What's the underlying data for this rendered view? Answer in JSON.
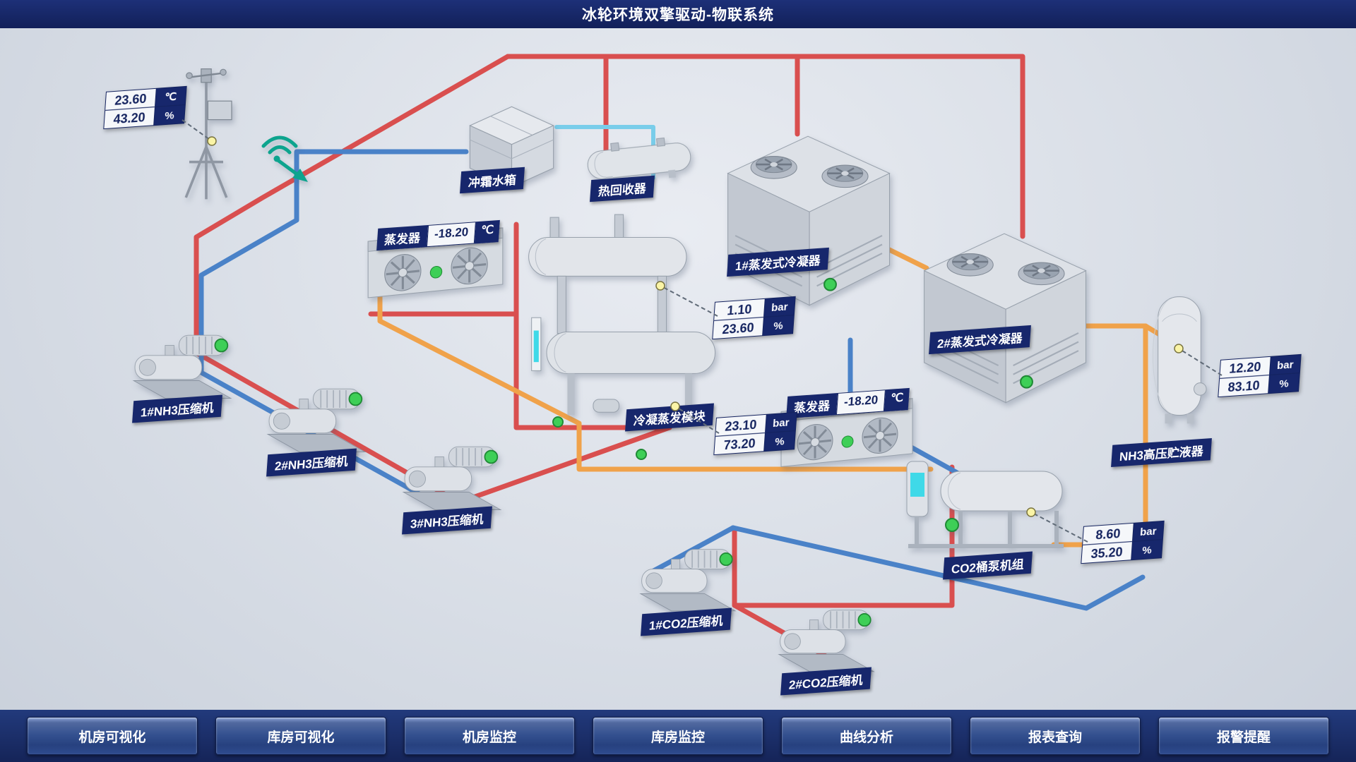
{
  "header": {
    "title": "冰轮环境双擎驱动-物联系统"
  },
  "weather_station": {
    "temp_value": "23.60",
    "temp_unit": "℃",
    "humidity_value": "43.20",
    "humidity_unit": "%"
  },
  "equipment_labels": {
    "defrost_water_tank": "冲霜水箱",
    "heat_recovery": "热回收器",
    "evaporator_1": "蒸发器",
    "evaporator_1_temp": "-18.20",
    "evaporator_1_temp_unit": "℃",
    "evap_condenser_1": "1#蒸发式冷凝器",
    "evap_condenser_2": "2#蒸发式冷凝器",
    "condensing_evap_module": "冷凝蒸发模块",
    "evaporator_2": "蒸发器",
    "evaporator_2_temp": "-18.20",
    "evaporator_2_temp_unit": "℃",
    "nh3_receiver": "NH3高压贮液器",
    "co2_pump_unit": "CO2桶泵机组",
    "nh3_compressor_1": "1#NH3压缩机",
    "nh3_compressor_2": "2#NH3压缩机",
    "nh3_compressor_3": "3#NH3压缩机",
    "co2_compressor_1": "1#CO2压缩机",
    "co2_compressor_2": "2#CO2压缩机"
  },
  "readouts": {
    "intercooler": {
      "row1_value": "1.10",
      "row1_unit": "bar",
      "row2_value": "23.60",
      "row2_unit": "%"
    },
    "condensing_module": {
      "row1_value": "23.10",
      "row1_unit": "bar",
      "row2_value": "73.20",
      "row2_unit": "%"
    },
    "nh3_receiver": {
      "row1_value": "12.20",
      "row1_unit": "bar",
      "row2_value": "83.10",
      "row2_unit": "%"
    },
    "co2_pump_unit": {
      "row1_value": "8.60",
      "row1_unit": "bar",
      "row2_value": "35.20",
      "row2_unit": "%"
    }
  },
  "nav": {
    "items": [
      {
        "label": "机房可视化"
      },
      {
        "label": "库房可视化"
      },
      {
        "label": "机房监控"
      },
      {
        "label": "库房监控"
      },
      {
        "label": "曲线分析"
      },
      {
        "label": "报表查询"
      },
      {
        "label": "报警提醒"
      }
    ]
  },
  "colors": {
    "panel_navy": "#17276c",
    "pipe_hot_red": "#d94f4f",
    "pipe_cold_blue": "#4a82c8",
    "pipe_orange": "#f0a24a",
    "pipe_cyan": "#79cdea",
    "status_green": "#3ecf57",
    "wifi_teal": "#0da48e"
  }
}
